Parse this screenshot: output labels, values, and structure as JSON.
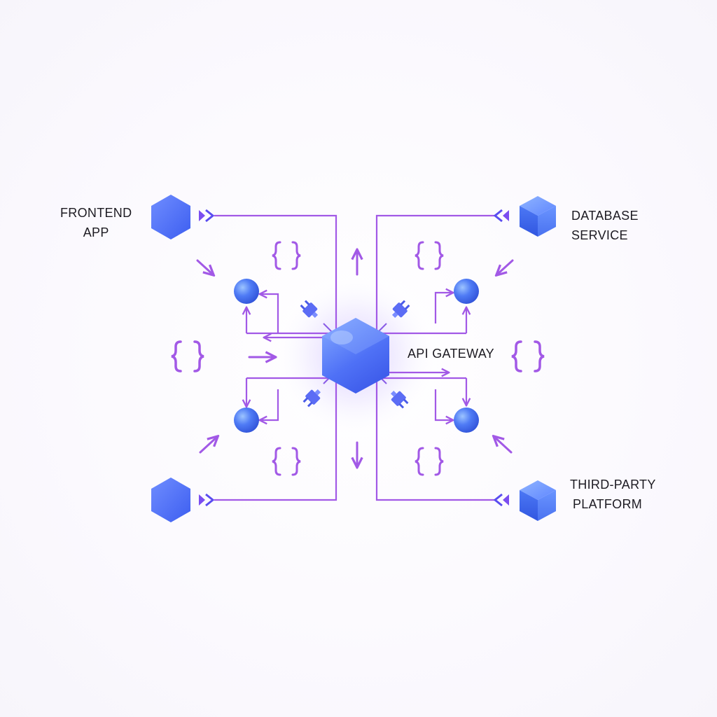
{
  "gateway": {
    "label": "API GATEWAY"
  },
  "nodes": {
    "frontend": {
      "line1": "FRONTEND",
      "line2": "APP"
    },
    "database": {
      "line1": "DATABASE",
      "line2": "SERVICE"
    },
    "third_party": {
      "line1": "THIRD-PARTY",
      "line2": "PLATFORM"
    }
  },
  "colors": {
    "connector": "#a259e6",
    "node_blue": "#4a6cf7",
    "node_light": "#7aa7ff",
    "glow": "#c9b6ff",
    "text": "#1d1b22"
  },
  "icons": [
    "hexagon-node-icon",
    "cube-node-icon",
    "sphere-node-icon",
    "plug-icon",
    "curly-braces-icon",
    "arrow-icon",
    "chevron-connector-icon"
  ]
}
